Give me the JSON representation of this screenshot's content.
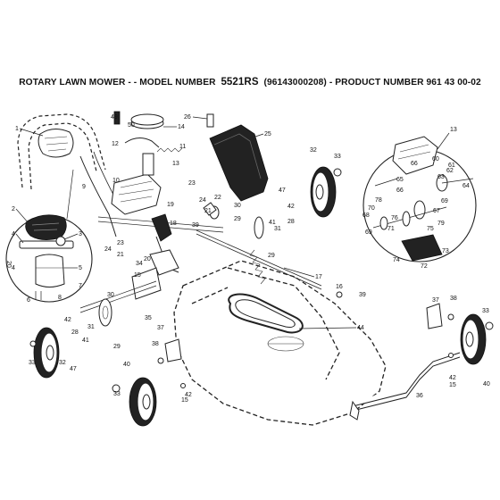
{
  "header": {
    "title_prefix": "ROTARY LAWN MOWER - - MODEL NUMBER",
    "model": "5521RS",
    "model_code": "(96143000208)",
    "separator": " - ",
    "product_label": "PRODUCT NUMBER 961 43 00-02"
  },
  "side_label": "20",
  "part_numbers": {
    "p1": "1",
    "p2": "2",
    "p3": "3",
    "p4": "4",
    "p5": "5",
    "p6": "6",
    "p7": "7",
    "p8": "8",
    "p9": "9",
    "p10": "10",
    "p11": "11",
    "p12": "12",
    "p13": "13",
    "p13b": "13",
    "p14": "14",
    "p15": "15",
    "p15b": "15",
    "p16": "16",
    "p17": "17",
    "p18": "18",
    "p19": "19",
    "p20": "20",
    "p21": "21",
    "p21b": "21",
    "p22": "22",
    "p23": "23",
    "p23b": "23",
    "p24": "24",
    "p24b": "24",
    "p25": "25",
    "p26": "26",
    "p28": "28",
    "p28b": "28",
    "p29": "29",
    "p29b": "29",
    "p30": "30",
    "p31": "31",
    "p31b": "31",
    "p32": "32",
    "p32b": "32",
    "p33": "33",
    "p33b": "33",
    "p33c": "33",
    "p33d": "33",
    "p34": "34",
    "p35": "35",
    "p36": "36",
    "p37": "37",
    "p37b": "37",
    "p38": "38",
    "p38b": "38",
    "p39": "39",
    "p39b": "39",
    "p40": "40",
    "p40b": "40",
    "p41": "41",
    "p41b": "41",
    "p42": "42",
    "p42b": "42",
    "p44": "44",
    "p47": "47",
    "p47b": "47",
    "p49": "49",
    "p50": "50",
    "p60": "60",
    "p61": "61",
    "p62": "62",
    "p63": "63",
    "p64": "64",
    "p65": "65",
    "p66": "66",
    "p67": "67",
    "p68": "68",
    "p69": "69",
    "p70": "70",
    "p71": "71",
    "p72": "72",
    "p73": "73",
    "p74": "74",
    "p75": "75",
    "p76": "76",
    "p78": "78",
    "p79": "79"
  }
}
